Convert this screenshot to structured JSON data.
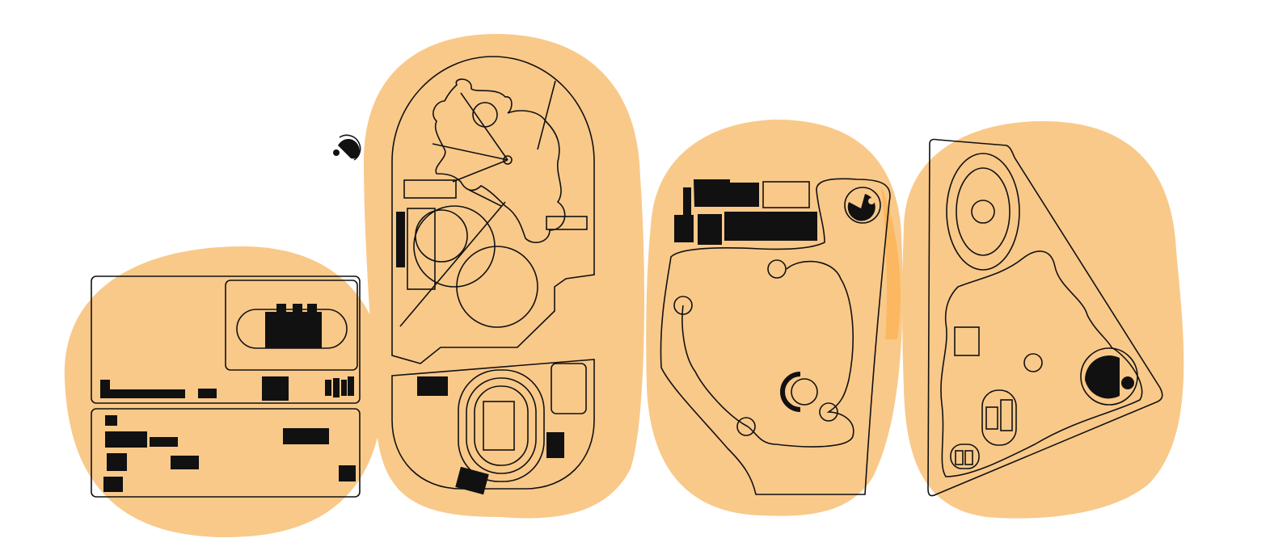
{
  "colors": {
    "background": "#ffffff",
    "blob": "#f9c98a",
    "blob_accent": "#fbb860",
    "ink": "#111111"
  },
  "panels": [
    {
      "id": "plan-1"
    },
    {
      "id": "plan-2"
    },
    {
      "id": "plan-3"
    },
    {
      "id": "plan-4"
    }
  ]
}
